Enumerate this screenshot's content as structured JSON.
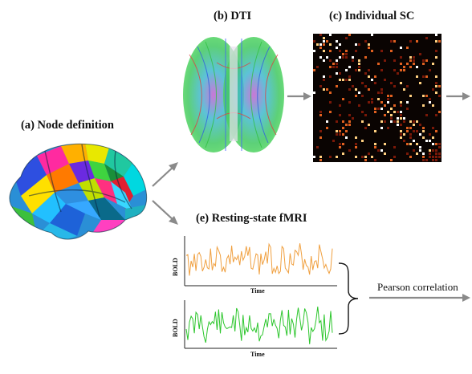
{
  "panels": {
    "node_definition": {
      "title": "(a) Node definition"
    },
    "dti": {
      "title": "(b) DTI"
    },
    "individual_sc": {
      "title": "(c) Individual SC"
    },
    "resting_fmri": {
      "title": "(e) Resting-state fMRI",
      "plot_top": {
        "ylabel": "BOLD",
        "xlabel": "Time",
        "color": "#f0a040"
      },
      "plot_bottom": {
        "ylabel": "BOLD",
        "xlabel": "Time",
        "color": "#2cc62c"
      }
    }
  },
  "edges": {
    "pearson": {
      "label": "Pearson correlation"
    }
  },
  "colors": {
    "arrow": "#8a8a8a",
    "matrix_bg": "#0a0402"
  }
}
